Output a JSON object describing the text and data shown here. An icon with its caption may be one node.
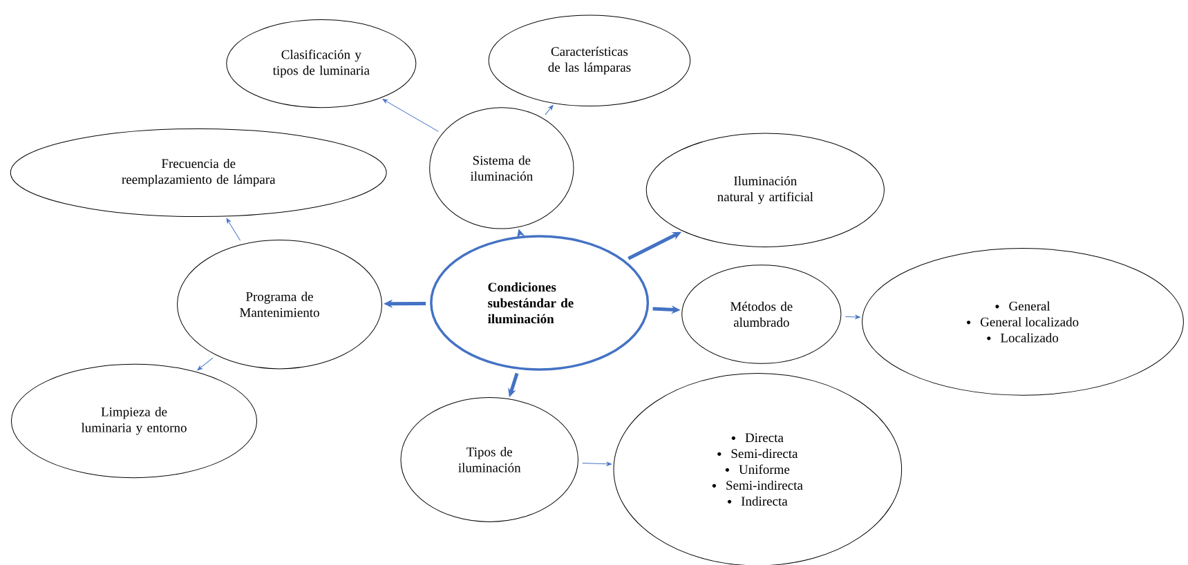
{
  "diagram": {
    "nodes": [
      {
        "text": [
          "Condiciones subestándar de iluminación"
        ]
      },
      {
        "text": [
          "Sistema de iluminación"
        ]
      },
      {
        "text": [
          "Clasificación y tipos de luminaria"
        ]
      },
      {
        "text": [
          "Características de las lámparas"
        ]
      },
      {
        "text": [
          "Frecuencia de reemplazamiento de lámpara"
        ]
      },
      {
        "text": [
          "Iluminación natural y artificial"
        ]
      },
      {
        "text": [
          "Programa de Mantenimiento"
        ]
      },
      {
        "text": [
          "Métodos de alumbrado"
        ]
      },
      {
        "text": [
          "General",
          "General localizado",
          "Localizado"
        ]
      },
      {
        "text": [
          "Limpieza de luminaria y entorno"
        ]
      },
      {
        "text": [
          "Tipos de iluminación"
        ]
      },
      {
        "text": [
          "Directa",
          "Semi-directa",
          "Uniforme",
          "Semi-indirecta",
          "Indirecta"
        ]
      }
    ],
    "edges": [
      {
        "from": 0,
        "to": 1,
        "arrow": "to",
        "style": "thick"
      },
      {
        "from": 0,
        "to": 5,
        "arrow": "to",
        "style": "thick"
      },
      {
        "from": 0,
        "to": 6,
        "arrow": "to",
        "style": "thick"
      },
      {
        "from": 0,
        "to": 7,
        "arrow": "to",
        "style": "thick"
      },
      {
        "from": 0,
        "to": 10,
        "arrow": "to",
        "style": "thick"
      },
      {
        "from": 1,
        "to": 2,
        "arrow": "to"
      },
      {
        "from": 1,
        "to": 3,
        "arrow": "to"
      },
      {
        "from": 6,
        "to": 4,
        "arrow": "to"
      },
      {
        "from": 6,
        "to": 9,
        "arrow": "to"
      },
      {
        "from": 7,
        "to": 8,
        "arrow": "to"
      },
      {
        "from": 10,
        "to": 11,
        "arrow": "to"
      }
    ]
  }
}
